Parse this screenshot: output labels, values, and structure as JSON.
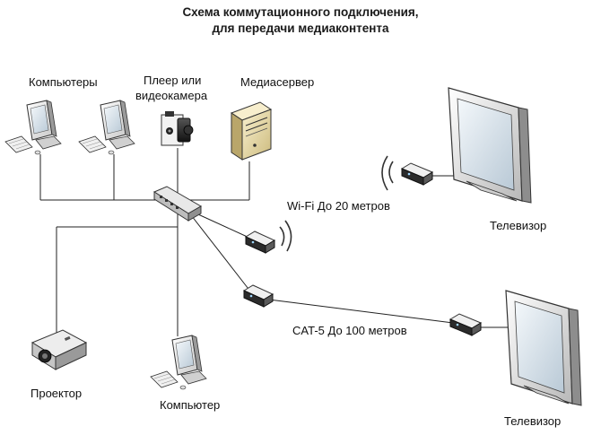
{
  "title": {
    "line1": "Схема коммутационного подключения,",
    "line2": "для передачи медиаконтента"
  },
  "labels": {
    "computers": "Компьютеры",
    "player_line1": "Плеер или",
    "player_line2": "видеокамера",
    "mediaserver": "Медиасервер",
    "wifi": "Wi-Fi До 20 метров",
    "tv_top": "Телевизор",
    "cat5": "CAT-5 До 100 метров",
    "projector": "Проектор",
    "computer": "Компьютер",
    "tv_bottom": "Телевизор"
  },
  "icons": {
    "computer_1": "computer-icon",
    "computer_2": "computer-icon",
    "camcorder": "camcorder-icon",
    "server": "server-icon",
    "switch": "network-switch-icon",
    "wifi_adapter": "wifi-adapter-icon",
    "wifi_receiver": "wifi-receiver-icon",
    "ethernet_adapter": "ethernet-adapter-icon",
    "ethernet_receiver": "ethernet-receiver-icon",
    "tv_top": "tv-icon",
    "tv_bottom": "tv-icon",
    "projector": "projector-icon",
    "computer_bottom": "computer-icon"
  },
  "colors": {
    "line": "#222222",
    "device_body": "#eeeeee",
    "device_outline": "#333333",
    "screen": "#d8e4ee",
    "server_body": "#efe4b5"
  }
}
